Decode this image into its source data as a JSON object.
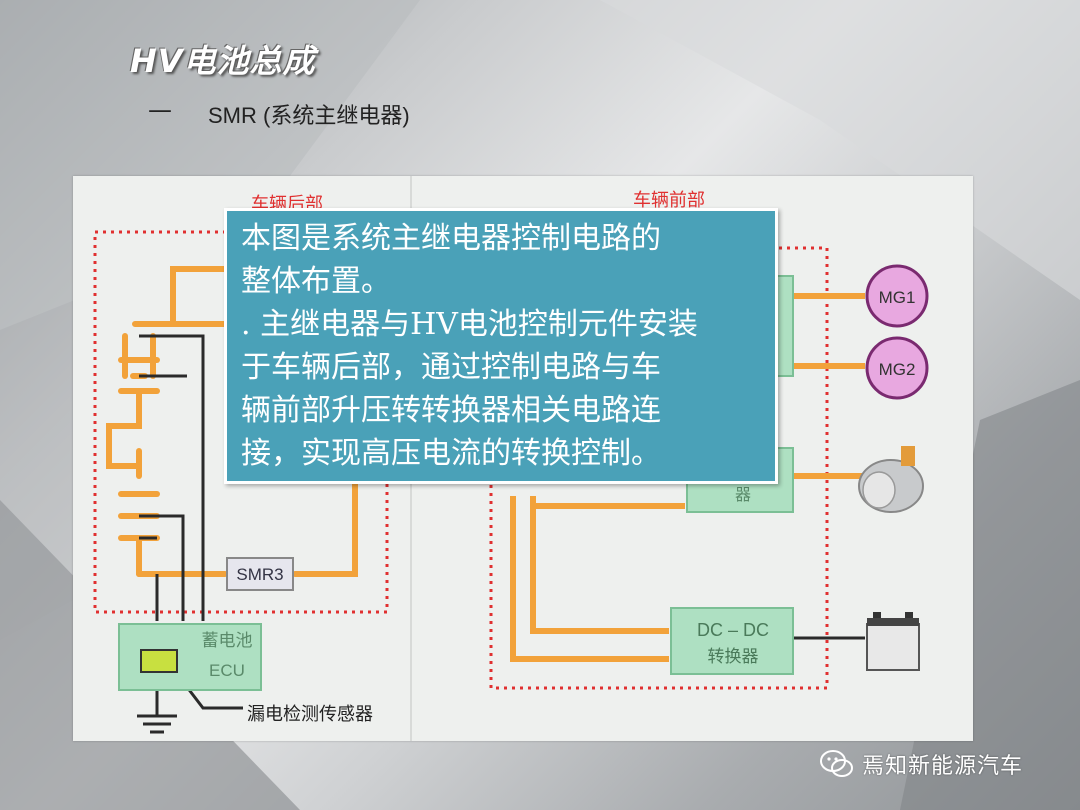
{
  "slide": {
    "title": "HV电池总成",
    "bullet_dash": "—",
    "bullet_text": "SMR (系统主继电器)"
  },
  "diagram": {
    "region_rear": "车辆后部",
    "region_front": "车辆前部",
    "smr3": "SMR3",
    "battery_ecu_line1": "蓄电池",
    "battery_ecu_line2": "ECU",
    "leak_sensor": "漏电检测传感器",
    "mg1": "MG1",
    "mg2": "MG2",
    "converter_partial": "器",
    "dcdc_line1": "DC – DC",
    "dcdc_line2": "转换器"
  },
  "callout": {
    "lines": [
      "本图是系统主继电器控制电路的",
      "整体布置。",
      ". 主继电器与HV电池控制元件安装",
      "于车辆后部，通过控制电路与车",
      "辆前部升压转转换器相关电路连",
      "接，实现高压电流的转换控制。"
    ]
  },
  "watermark": {
    "text": "焉知新能源汽车",
    "icon": "wechat-icon"
  },
  "colors": {
    "wire": "#f2a23a",
    "box_fill": "#aee0c2",
    "box_stroke": "#7bbf95",
    "dashed_border": "#e03030",
    "mg_fill": "#e8a8e0",
    "callout_bg": "#4aa1b8"
  }
}
